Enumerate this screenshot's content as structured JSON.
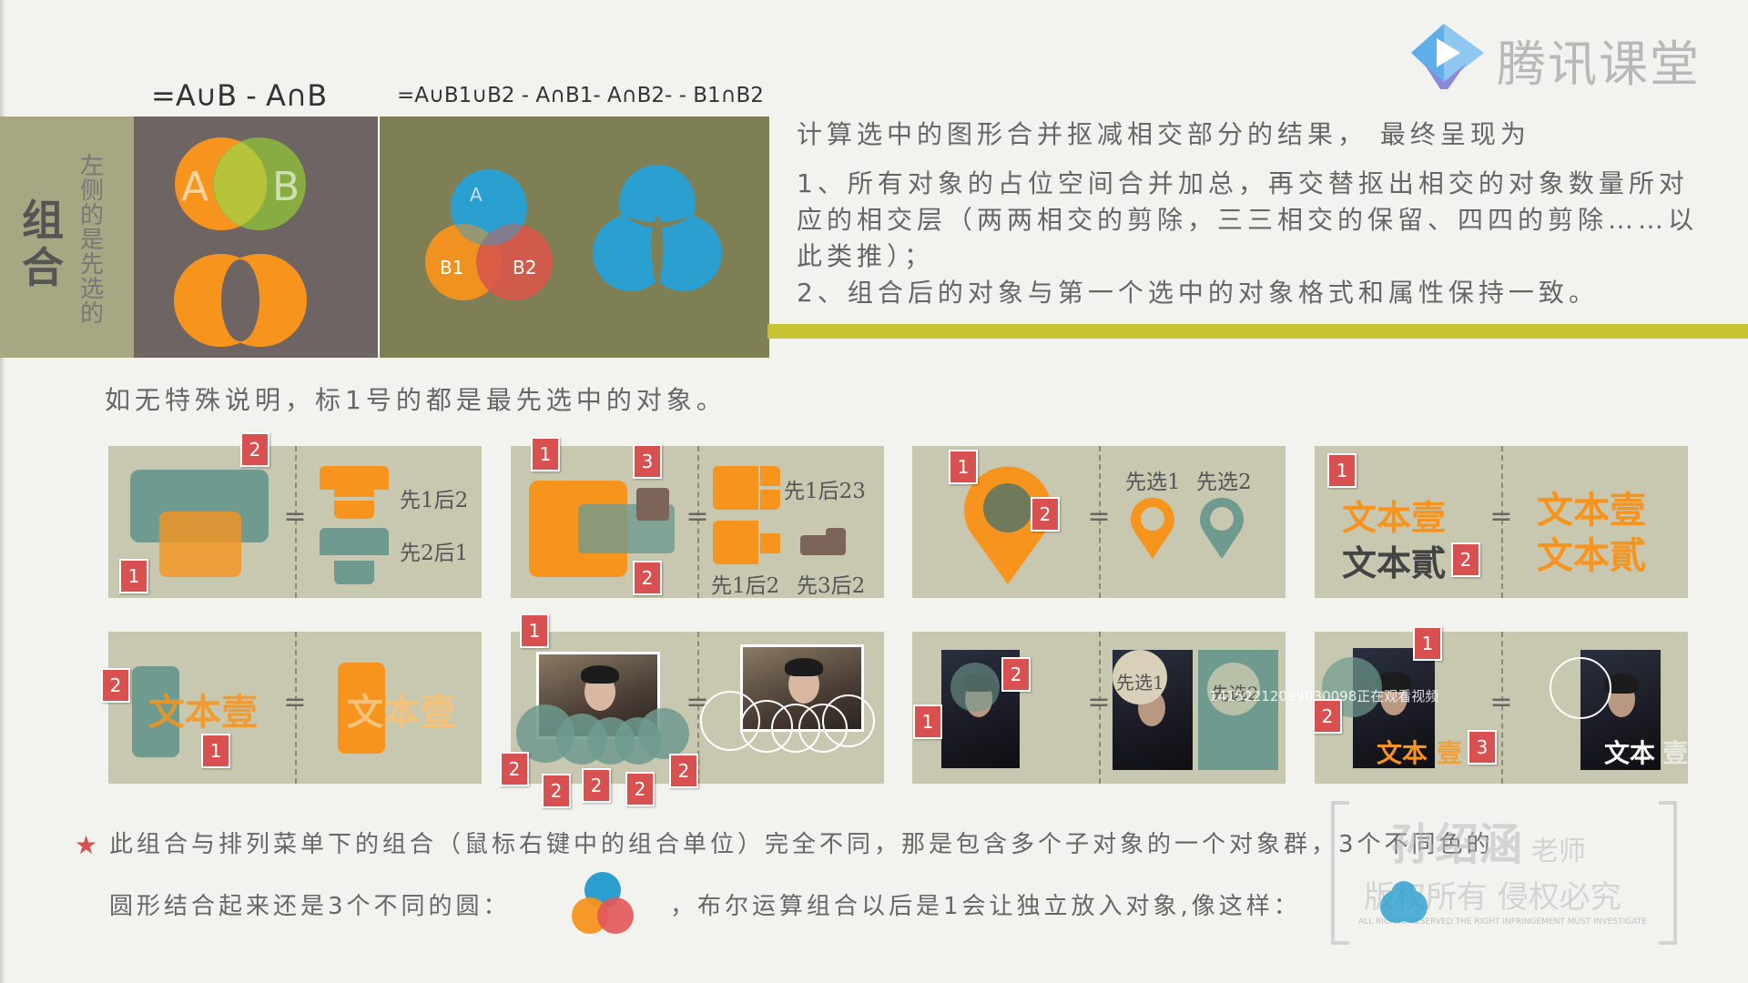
{
  "logo": {
    "text": "腾讯课堂"
  },
  "formulas": {
    "left": "=A∪B - A∩B",
    "right": "=A∪B1∪B2 - A∩B1- A∩B2- - B1∩B2"
  },
  "sidebar": {
    "title": "组合",
    "subtitle": "左侧的是先选的"
  },
  "venn": {
    "a": "A",
    "b": "B",
    "a_small": "A",
    "b1": "B1",
    "b2": "B2"
  },
  "description": {
    "line1": "计算选中的图形合并抠减相交部分的结果，  最终呈现为",
    "line2": "1、所有对象的占位空间合并加总，再交替抠出相交的对象数量所对",
    "line3": "应的相交层（两两相交的剪除，三三相交的保留、四四的剪除……以",
    "line4": "此类推）；",
    "line5": "2、组合后的对象与第一个选中的对象格式和属性保持一致。"
  },
  "note": "如无特殊说明，标1号的都是最先选中的对象。",
  "cards": {
    "c1": {
      "tag_a": "2",
      "tag_b": "1",
      "eq": "=",
      "label_a": "先1后2",
      "label_b": "先2后1"
    },
    "c2": {
      "tag_a": "1",
      "tag_b": "3",
      "tag_c": "2",
      "eq": "=",
      "label_a": "先1后23",
      "label_b": "先1后2",
      "label_c": "先3后2"
    },
    "c3": {
      "tag_a": "1",
      "tag_b": "2",
      "eq": "=",
      "label_a": "先选1",
      "label_b": "先选2"
    },
    "c4": {
      "tag_a": "1",
      "tag_b": "2",
      "eq": "=",
      "text_a": "文本壹",
      "text_b": "文本貳",
      "res_a": "文本壹",
      "res_b": "文本貳"
    },
    "c5": {
      "tag_a": "2",
      "tag_b": "1",
      "eq": "=",
      "text": "文本壹",
      "res": "文本壹"
    },
    "c6": {
      "tag_a": "1",
      "tag_2a": "2",
      "tag_2b": "2",
      "tag_2c": "2",
      "tag_2d": "2",
      "tag_2e": "2",
      "eq": "="
    },
    "c7": {
      "tag_a": "2",
      "tag_b": "1",
      "eq": "=",
      "label_a": "先选1",
      "label_b": "先选2"
    },
    "c8": {
      "tag_a": "1",
      "tag_b": "2",
      "tag_c": "3",
      "eq": "=",
      "text": "文本",
      "text_b": "壹",
      "res": "文本",
      "res_b": "壹"
    }
  },
  "overlay_text": "14152212099030098正在观看视频",
  "footer": {
    "star": "★",
    "line1": "此组合与排列菜单下的组合（鼠标右键中的组合单位）完全不同，那是包含多个子对象的一个对象群，3个不同色的",
    "line2a": "圆形结合起来还是3个不同的圆：",
    "line2b": "，布尔运算组合以后是1会让独立放入对象,像这样："
  },
  "watermark": {
    "name": "孙绍涵",
    "suffix": "老师",
    "line2": "版权所有 侵权必究",
    "small": "ALL RIGHTS RESERVED.THE RIGHT INFRINGEMENT MUST INVESTIGATE"
  },
  "colors": {
    "orange": "#f7941d",
    "teal": "#6f9a8f",
    "blue": "#2a9fd0",
    "green": "#8cba3c",
    "red": "#d95050",
    "olive": "#7f7f55",
    "yellowbar": "#c9c232"
  }
}
